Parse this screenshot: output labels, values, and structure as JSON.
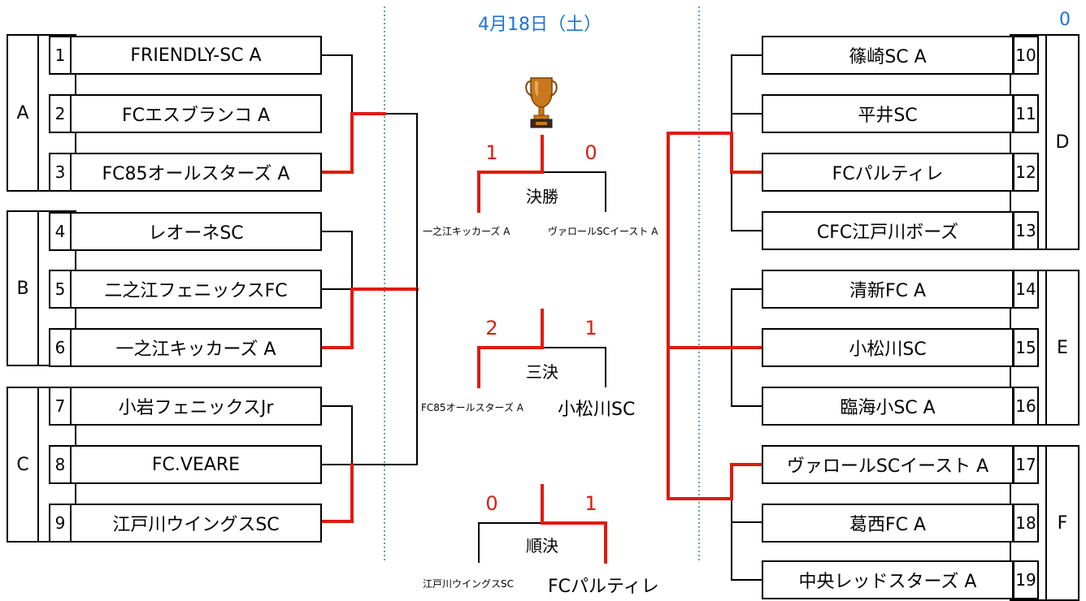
{
  "header": {
    "date": "4月18日（土）",
    "counter": "0"
  },
  "groups": [
    {
      "label": "A"
    },
    {
      "label": "B"
    },
    {
      "label": "C"
    },
    {
      "label": "D"
    },
    {
      "label": "E"
    },
    {
      "label": "F"
    }
  ],
  "teams": [
    {
      "num": "1",
      "name": "FRIENDLY-SC A"
    },
    {
      "num": "2",
      "name": "FCエスブランコ A"
    },
    {
      "num": "3",
      "name": "FC85オールスターズ A"
    },
    {
      "num": "4",
      "name": "レオーネSC"
    },
    {
      "num": "5",
      "name": "二之江フェニックスFC"
    },
    {
      "num": "6",
      "name": "一之江キッカーズ A"
    },
    {
      "num": "7",
      "name": "小岩フェニックスJr"
    },
    {
      "num": "8",
      "name": "FC.VEARE"
    },
    {
      "num": "9",
      "name": "江戸川ウイングスSC"
    },
    {
      "num": "10",
      "name": "篠崎SC A"
    },
    {
      "num": "11",
      "name": "平井SC"
    },
    {
      "num": "12",
      "name": "FCパルティレ"
    },
    {
      "num": "13",
      "name": "CFC江戸川ボーズ"
    },
    {
      "num": "14",
      "name": "清新FC A"
    },
    {
      "num": "15",
      "name": "小松川SC"
    },
    {
      "num": "16",
      "name": "臨海小SC A"
    },
    {
      "num": "17",
      "name": "ヴァロールSCイースト A"
    },
    {
      "num": "18",
      "name": "葛西FC A"
    },
    {
      "num": "19",
      "name": "中央レッドスターズ A"
    }
  ],
  "matches": [
    {
      "label": "決勝",
      "score_left": "1",
      "score_right": "0",
      "team_left": "一之江キッカーズ A",
      "team_right": "ヴァロールSCイースト A"
    },
    {
      "label": "三決",
      "score_left": "2",
      "score_right": "1",
      "team_left": "FC85オールスターズ A",
      "team_right": "小松川SC"
    },
    {
      "label": "順決",
      "score_left": "0",
      "score_right": "1",
      "team_left": "江戸川ウイングスSC",
      "team_right": "FCパルティレ"
    }
  ],
  "colors": {
    "advance_line": "#e01b0f",
    "line": "#000000",
    "date": "#1e73d8",
    "divider": "#2a7fa8",
    "trophy": "#c8781c"
  },
  "icons": {
    "trophy": "trophy-icon"
  }
}
